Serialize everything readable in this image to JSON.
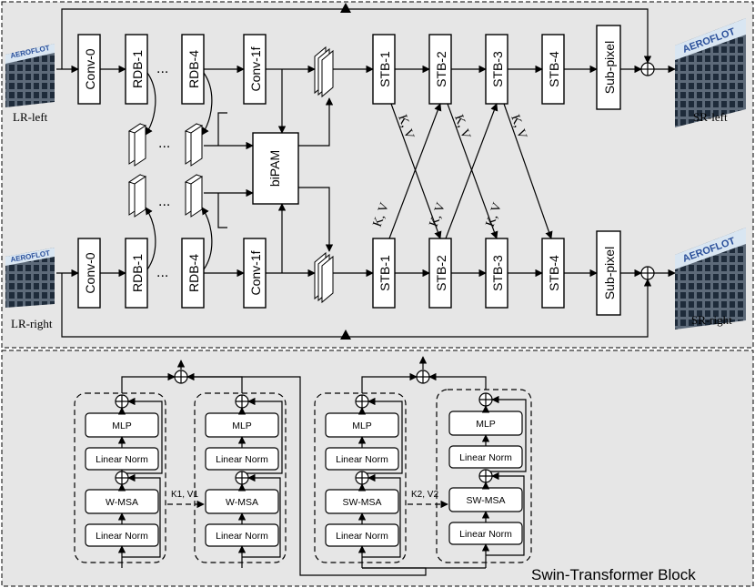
{
  "top": {
    "left_column": {
      "left_label": "LR-left",
      "right_label": "LR-right"
    },
    "images": {
      "left_top": "AEROFLOT",
      "left_bottom": "AEROFLOT",
      "right_top": "AEROFLOT",
      "right_bottom": "AEROFLOT"
    },
    "modules": {
      "conv0": "Conv-0",
      "rdb1": "RDB-1",
      "rdb4": "RDB-4",
      "conv1f": "Conv-1f",
      "bipam": "biPAM",
      "stb1": "STB-1",
      "stb2": "STB-2",
      "stb3": "STB-3",
      "stb4": "STB-4",
      "subpixel": "Sub-pixel",
      "ellipsis": "..."
    },
    "outputs": {
      "left": "SR-left",
      "right": "SR-right"
    },
    "kv": "K, V"
  },
  "bottom": {
    "title": "Swin-Transformer Block",
    "mlp": "MLP",
    "linear_norm": "Linear Norm",
    "wmsa": "W-MSA",
    "swmsa": "SW-MSA",
    "kv1": "K1, V1",
    "kv2": "K2, V2"
  }
}
